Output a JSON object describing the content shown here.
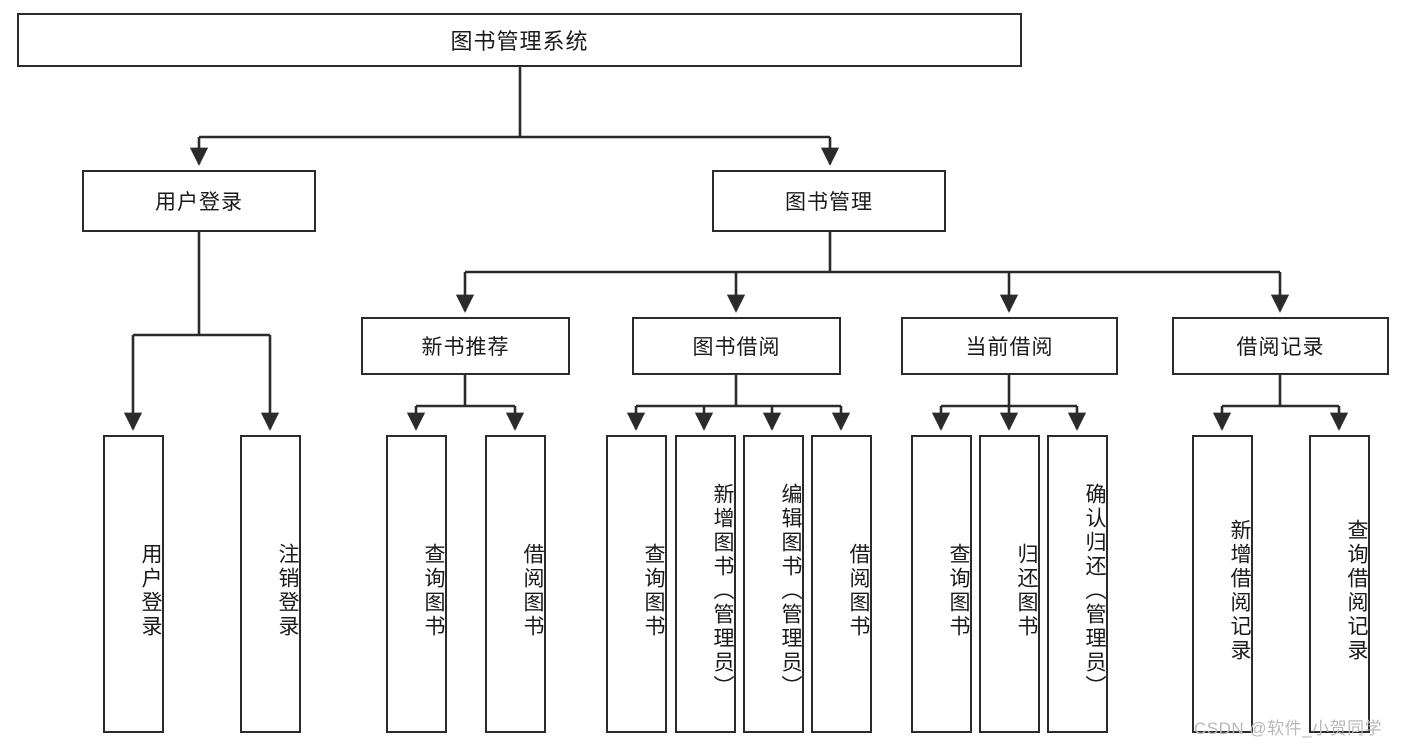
{
  "diagram": {
    "title": "图书管理系统",
    "type": "hierarchy-tree",
    "levels": 4,
    "root": {
      "id": "root",
      "label": "图书管理系统",
      "orientation": "horizontal"
    },
    "level2": [
      {
        "id": "user-login",
        "label": "用户登录",
        "orientation": "horizontal"
      },
      {
        "id": "book-management",
        "label": "图书管理",
        "orientation": "horizontal"
      }
    ],
    "level3": [
      {
        "id": "new-book-recommend",
        "label": "新书推荐",
        "orientation": "horizontal",
        "parent": "book-management"
      },
      {
        "id": "book-borrow",
        "label": "图书借阅",
        "orientation": "horizontal",
        "parent": "book-management"
      },
      {
        "id": "current-borrow",
        "label": "当前借阅",
        "orientation": "horizontal",
        "parent": "book-management"
      },
      {
        "id": "borrow-record",
        "label": "借阅记录",
        "orientation": "horizontal",
        "parent": "book-management"
      }
    ],
    "leaves": [
      {
        "id": "leaf-user-login",
        "label": "用户登录",
        "parent": "user-login",
        "orientation": "vertical"
      },
      {
        "id": "leaf-user-logout",
        "label": "注销登录",
        "parent": "user-login",
        "orientation": "vertical"
      },
      {
        "id": "leaf-query-book-1",
        "label": "查询图书",
        "parent": "new-book-recommend",
        "orientation": "vertical"
      },
      {
        "id": "leaf-borrow-book-1",
        "label": "借阅图书",
        "parent": "new-book-recommend",
        "orientation": "vertical"
      },
      {
        "id": "leaf-query-book-2",
        "label": "查询图书",
        "parent": "book-borrow",
        "orientation": "vertical"
      },
      {
        "id": "leaf-add-book",
        "label": "新增图书（管理员）",
        "parent": "book-borrow",
        "orientation": "vertical"
      },
      {
        "id": "leaf-edit-book",
        "label": "编辑图书（管理员）",
        "parent": "book-borrow",
        "orientation": "vertical"
      },
      {
        "id": "leaf-borrow-book-2",
        "label": "借阅图书",
        "parent": "book-borrow",
        "orientation": "vertical"
      },
      {
        "id": "leaf-query-book-3",
        "label": "查询图书",
        "parent": "current-borrow",
        "orientation": "vertical"
      },
      {
        "id": "leaf-return-book",
        "label": "归还图书",
        "parent": "current-borrow",
        "orientation": "vertical"
      },
      {
        "id": "leaf-confirm-return",
        "label": "确认归还（管理员）",
        "parent": "current-borrow",
        "orientation": "vertical"
      },
      {
        "id": "leaf-add-record",
        "label": "新增借阅记录",
        "parent": "borrow-record",
        "orientation": "vertical"
      },
      {
        "id": "leaf-query-record",
        "label": "查询借阅记录",
        "parent": "borrow-record",
        "orientation": "vertical"
      }
    ],
    "watermark": "CSDN @软件_小贺同学",
    "colors": {
      "stroke": "#2b2b2b",
      "fill": "#ffffff",
      "text": "#1a1a1a",
      "watermark": "#b9b9b9"
    }
  }
}
